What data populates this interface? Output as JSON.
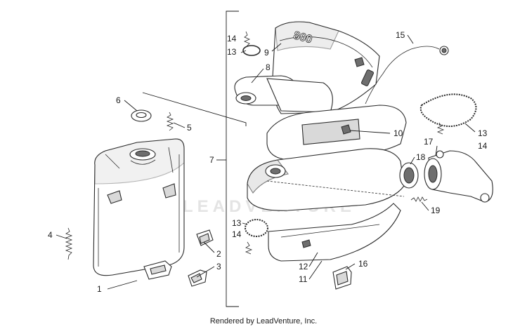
{
  "footer": {
    "credit": "Rendered by LeadVenture, Inc."
  },
  "watermark": {
    "text": "LEADVENTURE"
  },
  "stamp": {
    "text": "800"
  },
  "callouts": {
    "c1": "1",
    "c2": "2",
    "c3": "3",
    "c4": "4",
    "c5": "5",
    "c6": "6",
    "c7": "7",
    "c8": "8",
    "c9": "9",
    "c10": "10",
    "c11": "11",
    "c12": "12",
    "c13a": "13",
    "c13b": "13",
    "c13c": "13",
    "c14a": "14",
    "c14b": "14",
    "c14c": "14",
    "c15": "15",
    "c16": "16",
    "c17": "17",
    "c18": "18",
    "c19": "19"
  }
}
